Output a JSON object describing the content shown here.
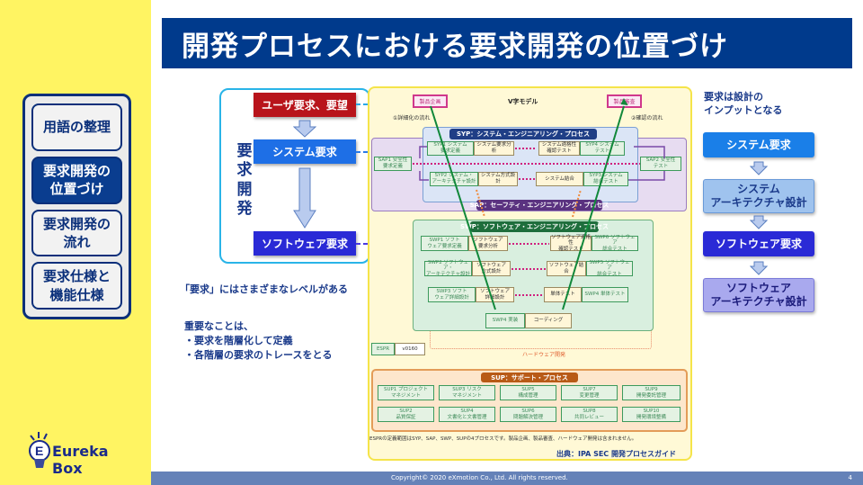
{
  "title": "開発プロセスにおける要求開発の位置づけ",
  "nav": {
    "items": [
      {
        "label": "用語の整理",
        "active": false
      },
      {
        "label": "要求開発の\n位置づけ",
        "active": true
      },
      {
        "label": "要求開発の\n流れ",
        "active": false
      },
      {
        "label": "要求仕様と\n機能仕様",
        "active": false
      }
    ]
  },
  "logo": {
    "text": "Eureka Box"
  },
  "requirements": {
    "group_label": "要\n求\n開\n発",
    "user": "ユーザ要求、要望",
    "system": "システム要求",
    "software": "ソフトウェア要求"
  },
  "notes": {
    "levels": "「要求」にはさまざまなレベルがある",
    "important_heading": "重要なことは、",
    "bullet1": "・要求を階層化して定義",
    "bullet2": "・各階層の要求のトレースをとる"
  },
  "vmodel": {
    "title": "V字モデル",
    "product_planning": "製品企画",
    "product_review": "製品審査",
    "flow_detail": "①詳細化の流れ",
    "flow_confirm": "②確認の流れ",
    "syp_tag": "SYP：システム・エンジニアリング・プロセス",
    "sap_tag": "SAP：セーフティ・エンジニアリング・プロセス",
    "swp_tag": "SWP：ソフトウェア・エンジニアリング・プロセス",
    "sup_tag": "SUP：サポート・プロセス",
    "syp1": "SYP1 システム\n要求定義",
    "syp1_act": "システム要求分析",
    "syp4_act": "システム適格性\n確認テスト",
    "syp4": "SYP4 システム\nテスト",
    "sap1": "SAP1 安全性\n要求定義",
    "sap2": "SAP2 安全性\nテスト",
    "syp2": "SYP2 システム・\nアーキテクチャ設計",
    "syp2_act": "システム方式設計",
    "syp3_act": "システム結合",
    "syp3": "SYP3 システム\n結合テスト",
    "swp1": "SWP1 ソフト\nウェア要求定義",
    "swp1_act": "ソフトウェア\n要求分析",
    "swp6_act": "ソフトウェア適格性\n確認テスト",
    "swp6": "SWP6 ソフトウェア\n総合テスト",
    "swp2": "SWP2 ソフトウェア・\nアーキテクチャ設計",
    "swp2_act": "ソフトウェア\n方式設計",
    "swp5_act": "ソフトウェア結合",
    "swp5": "SWP5 ソフトウェア\n結合テスト",
    "swp3": "SWP3 ソフト\nウェア詳細設計",
    "swp3_act": "ソフトウェア\n詳細設計",
    "swp4t_act": "単体テスト",
    "swp4t": "SWP4 単体テスト",
    "swp4": "SWP4 実装",
    "swp4_act": "コーディング",
    "hardware": "ハードウェア開発",
    "espr": "ESPR",
    "espr_ver": "v0160",
    "sup_items": [
      "SUP1 プロジェクト\nマネジメント",
      "SUP3 リスク\nマネジメント",
      "SUP5\n構成管理",
      "SUP7\n変更管理",
      "SUP9\n開発委託管理",
      "SUP2\n品質保証",
      "SUP4\n文書化と文書管理",
      "SUP6\n問題解決管理",
      "SUP8\n共同レビュー",
      "SUP10\n開発環境整備"
    ],
    "footnote": "ESPRの定義範囲はSYP、SAP、SWP、SUPの4プロセスです。製品企画、製品審査、ハードウェア開発は含まれません。"
  },
  "source": "出典：IPA SEC 開発プロセスガイド",
  "right": {
    "heading1": "要求は設計の",
    "heading2": "インプットとなる",
    "boxes": [
      "システム要求",
      "システム\nアーキテクチャ設計",
      "ソフトウェア要求",
      "ソフトウェア\nアーキテクチャ設計"
    ]
  },
  "footer": {
    "copyright": "Copyright© 2020 eXmotion Co., Ltd. All rights reserved.",
    "page": "4"
  },
  "colors": {
    "title_bg": "#003a8c",
    "sidebar_bg": "#fff462",
    "user_req": "#b8141b",
    "system_req": "#1e6fe6",
    "software_req": "#2a2ad6",
    "footer_bg": "#6582b8"
  }
}
